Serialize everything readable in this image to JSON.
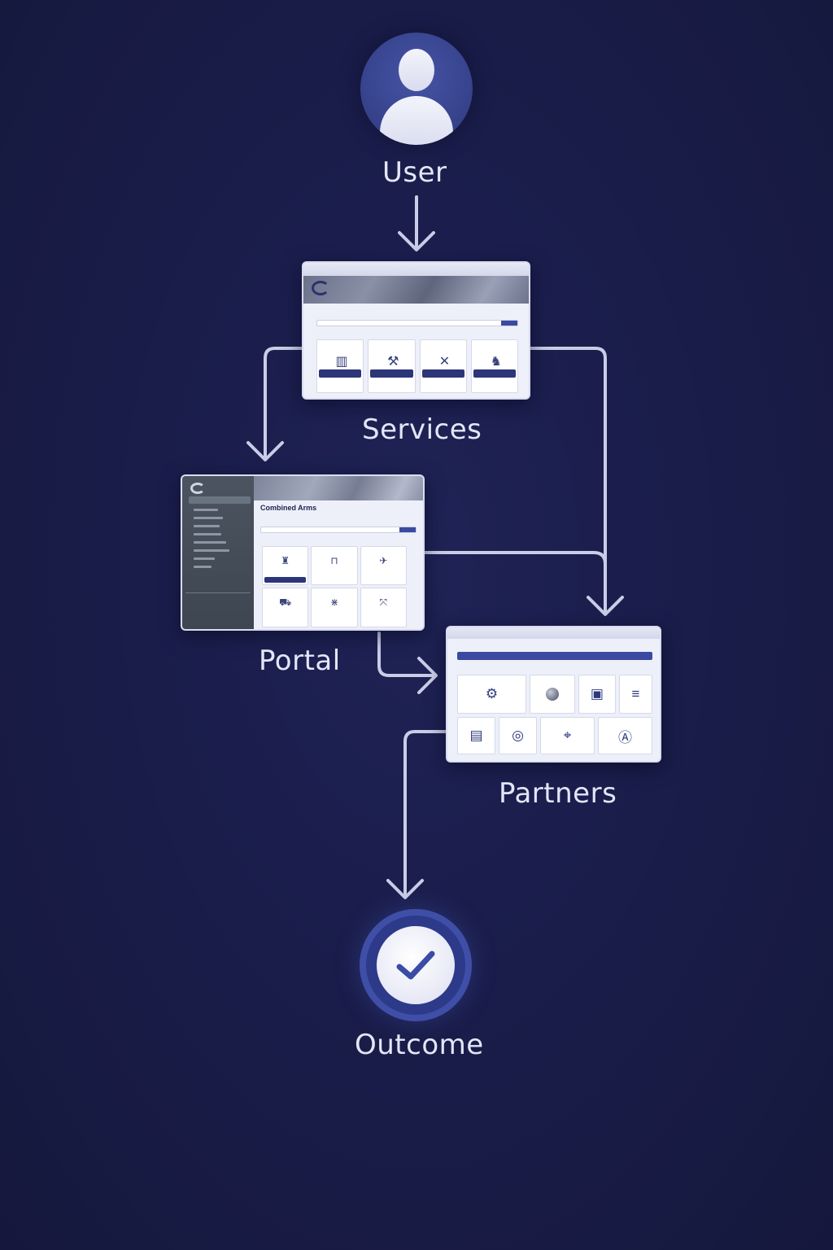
{
  "nodes": {
    "user": {
      "label": "User",
      "icon": "user-avatar-icon"
    },
    "services": {
      "label": "Services"
    },
    "portal": {
      "label": "Portal",
      "card_title": "Combined Arms"
    },
    "partners": {
      "label": "Partners"
    },
    "outcome": {
      "label": "Outcome",
      "icon": "checkmark-icon"
    }
  },
  "edges": [
    {
      "from": "User",
      "to": "Services"
    },
    {
      "from": "Services",
      "to": "Portal"
    },
    {
      "from": "Services",
      "to": "Partners"
    },
    {
      "from": "Portal",
      "to": "Partners"
    },
    {
      "from": "Partners",
      "to": "Outcome"
    }
  ],
  "colors": {
    "background": "#1a1d4a",
    "connector": "#c9cde6",
    "label": "#e3e6f6",
    "accent": "#3f4fa8",
    "card": "#eef0f9"
  }
}
